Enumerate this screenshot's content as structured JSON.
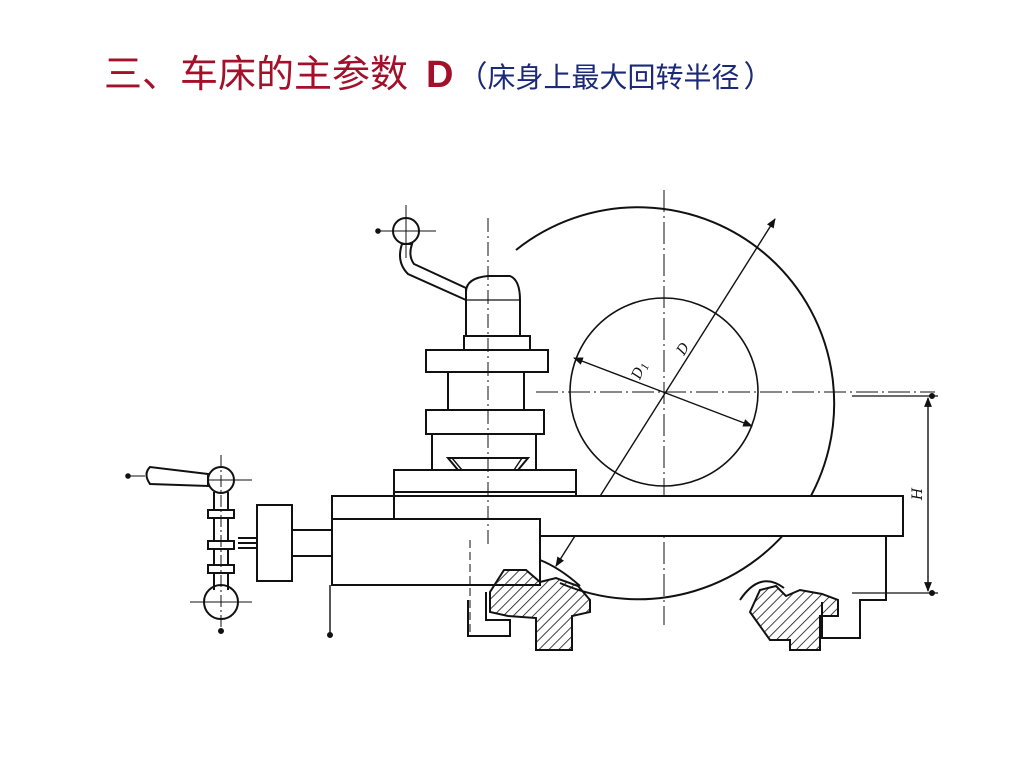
{
  "title": {
    "main": "三、车床的主参数",
    "param": "D",
    "paren_open": "（",
    "sub": "床身上最大回转半径",
    "paren_close": "）"
  },
  "diagram": {
    "labels": {
      "d": "D",
      "d1": "D",
      "d1_sub": "1",
      "h": "H"
    },
    "colors": {
      "title": "#a3102a",
      "subtitle": "#1b2a78",
      "line": "#111111"
    }
  }
}
